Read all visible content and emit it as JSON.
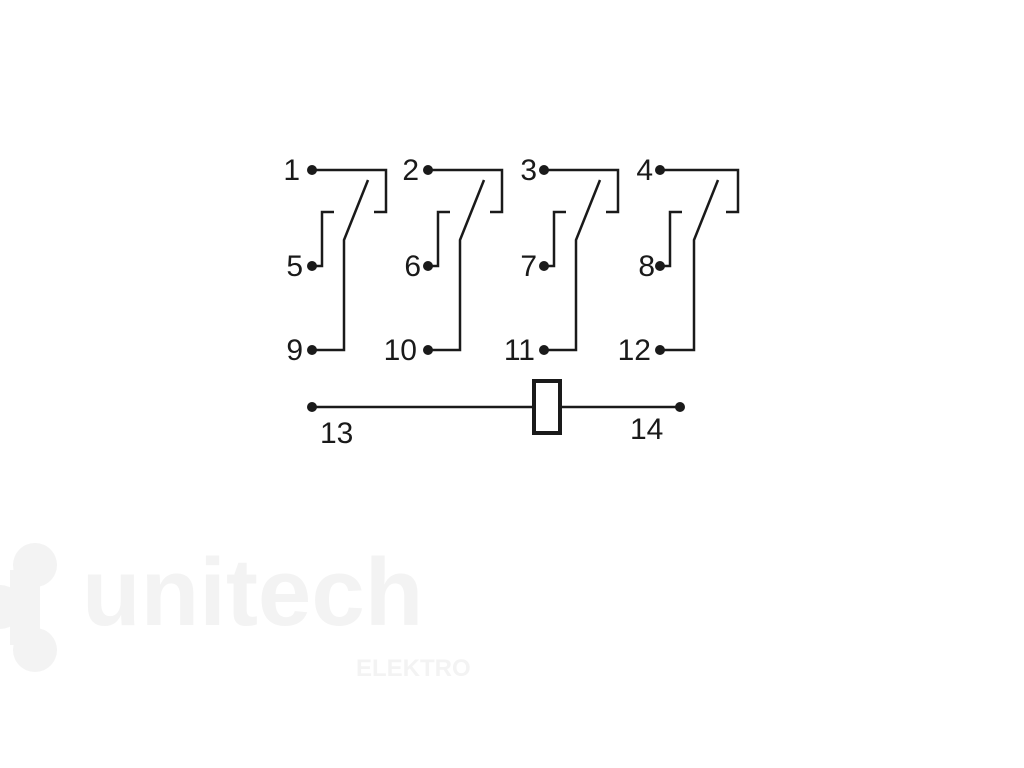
{
  "contacts": [
    {
      "common": "9",
      "nc": "5",
      "no": "1"
    },
    {
      "common": "10",
      "nc": "6",
      "no": "2"
    },
    {
      "common": "11",
      "nc": "7",
      "no": "3"
    },
    {
      "common": "12",
      "nc": "8",
      "no": "4"
    }
  ],
  "coil": {
    "pin_a": "13",
    "pin_b": "14"
  },
  "watermark": {
    "brand": "unitech",
    "sub": "ELEKTRO"
  },
  "colors": {
    "line": "#1a1a1a",
    "watermark": "#f3f3f3"
  }
}
